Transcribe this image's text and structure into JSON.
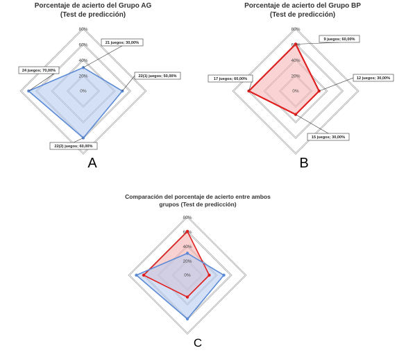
{
  "chart_data": [
    {
      "type": "radar",
      "panel_letter": "A",
      "title_line1": "Porcentaje de acierto del Grupo AG",
      "title_line2": "(Test de predicción)",
      "ticks": [
        "0%",
        "20%",
        "40%",
        "60%",
        "80%"
      ],
      "rlim": [
        0,
        80
      ],
      "series": [
        {
          "color": "#5b8ad6",
          "fill": "#b7cbee",
          "values": [
            30,
            50,
            60,
            70
          ],
          "labels": [
            "21 juegos; 30,00%",
            "22(1) juegos; 50,00%",
            "22(2) juegos; 60,00%",
            "24 juegos; 70,00%"
          ]
        }
      ]
    },
    {
      "type": "radar",
      "panel_letter": "B",
      "title_line1": "Porcentaje de acierto del Grupo BP",
      "title_line2": "(Test de predicción)",
      "ticks": [
        "0%",
        "20%",
        "40%",
        "60%",
        "80%"
      ],
      "rlim": [
        0,
        80
      ],
      "series": [
        {
          "color": "#e02020",
          "fill": "#f6b8b8",
          "values": [
            60,
            30,
            30,
            60
          ],
          "labels": [
            "9 juegos; 60,00%",
            "12 juegos; 30,00%",
            "15 juegos; 30,00%",
            "17 juegos; 60,00%"
          ]
        }
      ]
    },
    {
      "type": "radar",
      "panel_letter": "C",
      "title_line1": "Comparación del porcentaje de acierto entre ambos",
      "title_line2": "grupos (Test de predicción)",
      "ticks": [
        "0%",
        "20%",
        "40%",
        "60%",
        "80%"
      ],
      "rlim": [
        0,
        80
      ],
      "series": [
        {
          "color": "#e02020",
          "fill": "#f5b3b3",
          "values": [
            60,
            30,
            30,
            60
          ],
          "labels": []
        },
        {
          "color": "#5b8ad6",
          "fill": "#b7cbee",
          "values": [
            30,
            50,
            60,
            70
          ],
          "labels": []
        }
      ]
    }
  ]
}
